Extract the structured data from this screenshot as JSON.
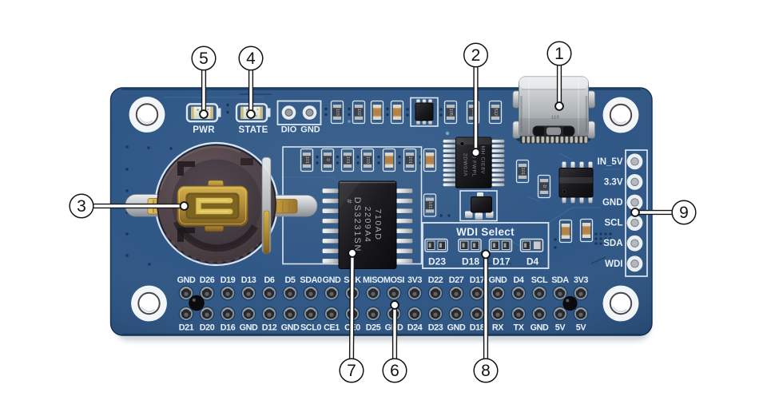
{
  "meta": {
    "description": "Annotated top view of a blue RTC WatchDog HAT circuit board with numbered callouts",
    "background": "#ffffff"
  },
  "colors": {
    "pcb": "#295282",
    "pcb_dark": "#1d4570",
    "silk": "#dbe6f1",
    "label": "#e9f1f9",
    "gold": "#c9a24b",
    "silver": "#c6cacd",
    "chip": "#1a1b1e",
    "callout_ink": "#141414"
  },
  "callouts": [
    {
      "n": "1",
      "target": "usb-c-port"
    },
    {
      "n": "2",
      "target": "power-ic"
    },
    {
      "n": "3",
      "target": "battery-holder-clip"
    },
    {
      "n": "4",
      "target": "state-led"
    },
    {
      "n": "5",
      "target": "pwr-led"
    },
    {
      "n": "6",
      "target": "gpio-pin-header"
    },
    {
      "n": "7",
      "target": "ds3231-rtc-chip"
    },
    {
      "n": "8",
      "target": "wdi-select-jumpers"
    },
    {
      "n": "9",
      "target": "side-pin-header"
    }
  ],
  "leds": {
    "pwr": "PWR",
    "state": "STATE"
  },
  "dio": {
    "labels": [
      "DIO",
      "GND"
    ]
  },
  "usb": {
    "marking": "110"
  },
  "chip_main": {
    "lines": [
      "DS3231SN",
      "2209A4",
      "710AD"
    ],
    "prefix": "#"
  },
  "chip_small": {
    "lines": [
      "MH CIE8V",
      "E03 FWPL",
      "2DW0JA"
    ]
  },
  "wdi": {
    "title": "WDI Select",
    "options": [
      "D23",
      "D18",
      "D17",
      "D4"
    ]
  },
  "side_header": {
    "labels": [
      "IN_5V",
      "3.3V",
      "GND",
      "SCL",
      "SDA",
      "WDI"
    ]
  },
  "gpio": {
    "top_row": [
      "GND",
      "D26",
      "D19",
      "D13",
      "D6",
      "D5",
      "SDA0",
      "GND",
      "SCK",
      "MISO",
      "MOSI",
      "3V3",
      "D22",
      "D27",
      "D17",
      "GND",
      "D4",
      "SCL",
      "SDA",
      "3V3"
    ],
    "bottom_row": [
      "D21",
      "D20",
      "D16",
      "GND",
      "D12",
      "GND",
      "SCL0",
      "CE1",
      "CE0",
      "D25",
      "GND",
      "D24",
      "D23",
      "GND",
      "D18",
      "RX",
      "TX",
      "GND",
      "5V",
      "5V"
    ]
  },
  "smd_parts": [
    {
      "code": "103",
      "kind": "resistor"
    },
    {
      "code": "102",
      "kind": "resistor"
    },
    {
      "code": "",
      "kind": "capacitor"
    },
    {
      "code": "",
      "kind": "capacitor"
    },
    {
      "code": "105",
      "kind": "resistor"
    },
    {
      "code": "103",
      "kind": "resistor"
    },
    {
      "code": "512",
      "kind": "resistor"
    },
    {
      "code": "101",
      "kind": "resistor"
    },
    {
      "code": "D",
      "kind": "resistor"
    },
    {
      "code": "101",
      "kind": "resistor"
    },
    {
      "code": "103",
      "kind": "resistor"
    },
    {
      "code": "",
      "kind": "capacitor"
    },
    {
      "code": "101",
      "kind": "resistor"
    },
    {
      "code": "",
      "kind": "capacitor"
    },
    {
      "code": "101",
      "kind": "resistor"
    },
    {
      "code": "101",
      "kind": "resistor"
    },
    {
      "code": "D",
      "kind": "resistor"
    },
    {
      "code": "",
      "kind": "capacitor"
    },
    {
      "code": "",
      "kind": "capacitor"
    }
  ]
}
